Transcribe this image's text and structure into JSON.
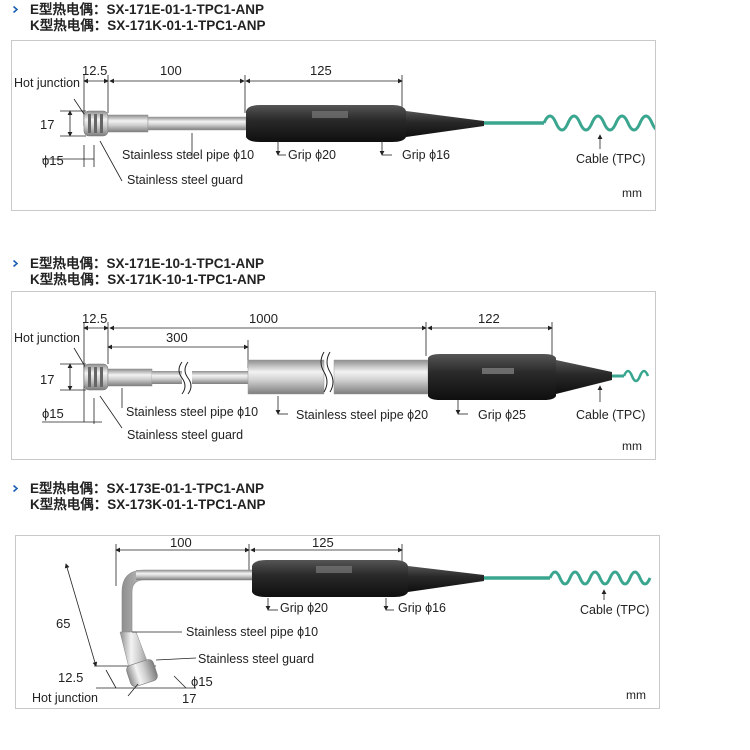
{
  "sections": [
    {
      "title_e": "E型热电偶：SX-171E-01-1-TPC1-ANP",
      "title_k": "K型热电偶：SX-171K-01-1-TPC1-ANP",
      "dims": {
        "tip": "12.5",
        "pipe": "100",
        "grip": "125",
        "height": "17",
        "dia": "ϕ15"
      },
      "labels": {
        "hot_junction": "Hot junction",
        "pipe": "Stainless steel pipe ϕ10",
        "grip1": "Grip ϕ20",
        "grip2": "Grip ϕ16",
        "cable": "Cable (TPC)",
        "guard": "Stainless steel guard",
        "unit": "mm"
      }
    },
    {
      "title_e": "E型热电偶：SX-171E-10-1-TPC1-ANP",
      "title_k": "K型热电偶：SX-171K-10-1-TPC1-ANP",
      "dims": {
        "tip": "12.5",
        "pipe_thin": "300",
        "pipe_total": "1000",
        "grip": "122",
        "height": "17",
        "dia": "ϕ15"
      },
      "labels": {
        "hot_junction": "Hot junction",
        "pipe10": "Stainless steel pipe ϕ10",
        "pipe20": "Stainless steel pipe ϕ20",
        "grip": "Grip ϕ25",
        "cable": "Cable (TPC)",
        "guard": "Stainless steel guard",
        "unit": "mm"
      }
    },
    {
      "title_e": "E型热电偶：SX-173E-01-1-TPC1-ANP",
      "title_k": "K型热电偶：SX-173K-01-1-TPC1-ANP",
      "dims": {
        "pipe": "100",
        "grip": "125",
        "vertical": "65",
        "tip": "12.5",
        "height": "17",
        "dia": "ϕ15"
      },
      "labels": {
        "grip1": "Grip ϕ20",
        "grip2": "Grip ϕ16",
        "pipe": "Stainless steel pipe ϕ10",
        "guard": "Stainless steel guard",
        "hot_junction": "Hot junction",
        "cable": "Cable (TPC)",
        "unit": "mm"
      }
    }
  ],
  "colors": {
    "bullet": "#1a5fb4",
    "cable": "#3aa68f",
    "grip": "#2b2b2b",
    "steel": "#b9b9b9"
  }
}
